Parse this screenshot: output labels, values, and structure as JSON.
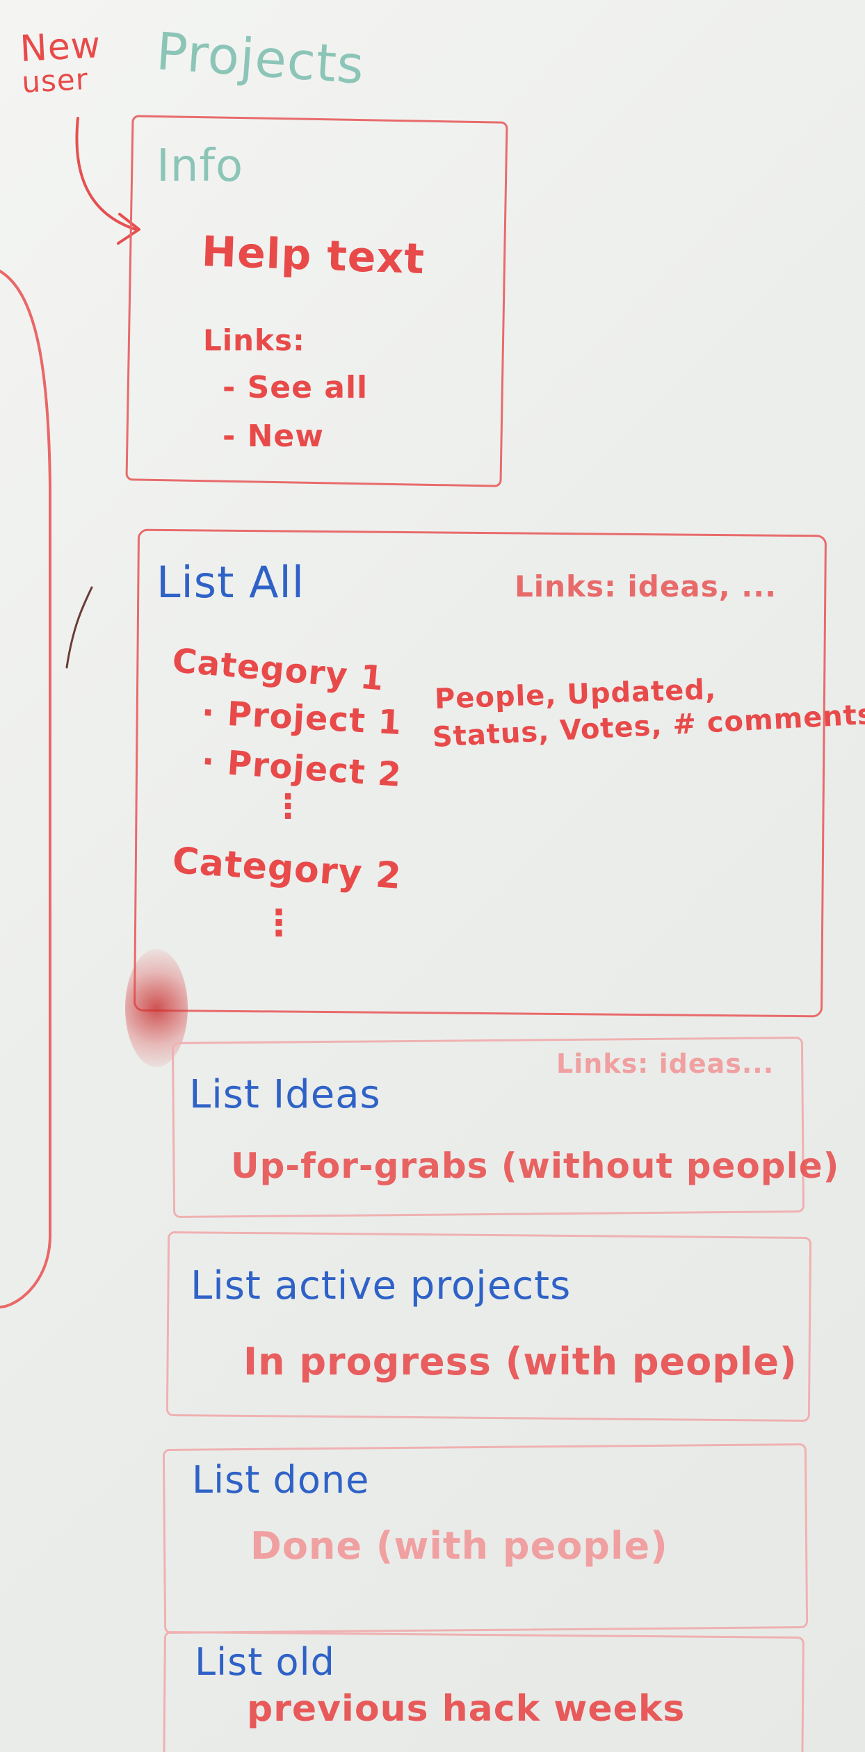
{
  "whiteboard": {
    "new_user_label_line1": "New",
    "new_user_label_line2": "user",
    "projects_title": "Projects",
    "info_section": {
      "title": "Info",
      "help_text": "Help text",
      "links_label": "Links:",
      "links": [
        "- See all",
        "- New"
      ]
    },
    "list_all_section": {
      "title": "List All",
      "links_note": "Links: ideas, ...",
      "category_1": "Category 1",
      "project_1": "· Project 1",
      "project_1_details_line1": "People, Updated,",
      "project_1_details_line2": "Status, Votes, # comments",
      "project_2": "· Project 2",
      "ellipsis_1": "⋮",
      "category_2": "Category 2",
      "ellipsis_2": "⋮"
    },
    "list_ideas_section": {
      "title": "List Ideas",
      "links_note": "Links: ideas...",
      "description": "Up-for-grabs  (without people)"
    },
    "list_active_section": {
      "title": "List active projects",
      "description": "In progress  (with people)"
    },
    "list_done_section": {
      "title": "List done",
      "description": "Done  (with people)"
    },
    "list_old_section": {
      "title": "List old",
      "description": "previous hack weeks"
    }
  }
}
